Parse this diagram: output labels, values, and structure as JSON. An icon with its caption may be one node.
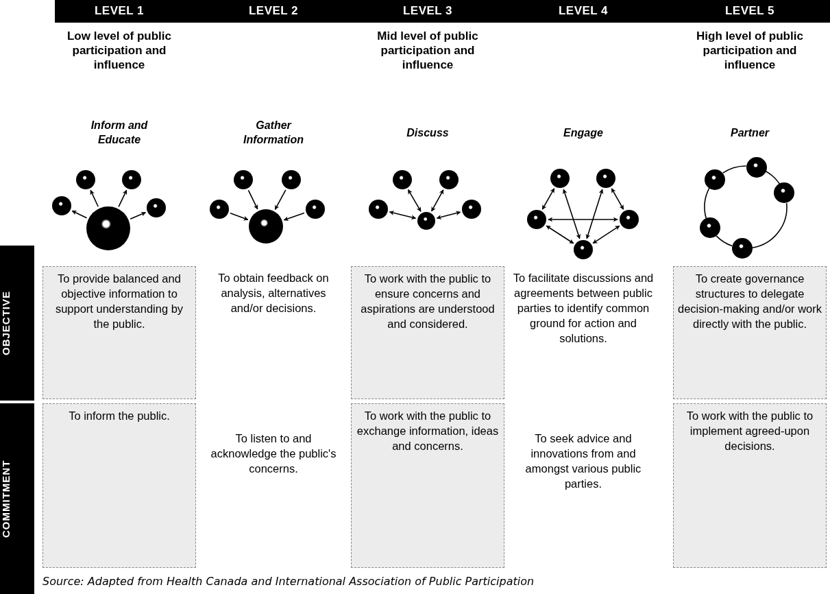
{
  "diagram": {
    "caption": "Source: Adapted from Health Canada and International Association of Public Participation",
    "nodes": [
      {
        "text": [],
        "shape": "circle"
      },
      {
        "text": [],
        "shape": "circle"
      },
      {
        "text": [],
        "shape": "circle"
      },
      {
        "text": [],
        "shape": "circle"
      },
      {
        "text": [],
        "shape": "circle"
      },
      {
        "text": [],
        "shape": "circle"
      },
      {
        "text": [],
        "shape": "circle"
      },
      {
        "text": [],
        "shape": "circle"
      },
      {
        "text": [],
        "shape": "circle"
      },
      {
        "text": [],
        "shape": "circle"
      },
      {
        "text": [],
        "shape": "circle"
      },
      {
        "text": [],
        "shape": "circle"
      },
      {
        "text": [],
        "shape": "circle"
      },
      {
        "text": [],
        "shape": "circle"
      },
      {
        "text": [],
        "shape": "circle"
      },
      {
        "text": [],
        "shape": "circle"
      },
      {
        "text": [],
        "shape": "circle"
      },
      {
        "text": [],
        "shape": "circle"
      },
      {
        "text": [],
        "shape": "circle"
      },
      {
        "text": [],
        "shape": "circle"
      },
      {
        "text": [],
        "shape": "circle"
      },
      {
        "text": [],
        "shape": "circle"
      },
      {
        "text": [],
        "shape": "circle"
      },
      {
        "text": [],
        "shape": "circle"
      },
      {
        "text": [],
        "shape": "circle"
      },
      {
        "text": [
          "To provide balanced and objective information to support understanding by the public."
        ]
      },
      {
        "text": [
          "To obtain feedback on analysis, alternatives and/or decisions."
        ]
      },
      {
        "text": [
          "To work with the public to ensure concerns and aspirations are understood and considered."
        ]
      },
      {
        "text": [
          "To facilitate discussions and agreements between public parties to identify common ground for action and solutions."
        ]
      },
      {
        "text": [
          "To create governance structures to delegate decision-making and/or work directly with the public."
        ]
      },
      {
        "text": [
          "To inform the public."
        ]
      },
      {
        "text": [
          "To listen to and acknowledge the public's concerns."
        ]
      },
      {
        "text": [
          "To work with the public to exchange information, ideas and concerns."
        ]
      },
      {
        "text": [
          "To seek advice and innovations from and amongst various public parties."
        ]
      },
      {
        "text": [
          "To work with the public to implement agreed-upon decisions."
        ]
      }
    ],
    "edges": [
      {
        "from": 2,
        "to": 0,
        "arrow": "to"
      },
      {
        "from": 2,
        "to": 1,
        "arrow": "to"
      },
      {
        "from": 2,
        "to": 3,
        "arrow": "to"
      },
      {
        "from": 2,
        "to": 4,
        "arrow": "to"
      },
      {
        "from": 5,
        "to": 7,
        "arrow": "to"
      },
      {
        "from": 6,
        "to": 7,
        "arrow": "to"
      },
      {
        "from": 8,
        "to": 7,
        "arrow": "to"
      },
      {
        "from": 9,
        "to": 7,
        "arrow": "to"
      },
      {
        "from": 12,
        "to": 10,
        "arrow": "both"
      },
      {
        "from": 12,
        "to": 11,
        "arrow": "both"
      },
      {
        "from": 12,
        "to": 13,
        "arrow": "both"
      },
      {
        "from": 12,
        "to": 14,
        "arrow": "both"
      },
      {
        "from": 15,
        "to": 16,
        "arrow": "both"
      },
      {
        "from": 16,
        "to": 17,
        "arrow": "both"
      },
      {
        "from": 18,
        "to": 17,
        "arrow": "both"
      },
      {
        "from": 18,
        "to": 19,
        "arrow": "both"
      },
      {
        "from": 15,
        "to": 19,
        "arrow": "both"
      },
      {
        "from": 15,
        "to": 17,
        "arrow": "both"
      },
      {
        "from": 19,
        "to": 17,
        "arrow": "both"
      },
      {
        "from": 21,
        "to": 23,
        "arrow": "none"
      },
      {
        "from": 23,
        "to": 24,
        "arrow": "none"
      },
      {
        "from": 24,
        "to": 22,
        "arrow": "none"
      },
      {
        "from": 22,
        "to": 20,
        "arrow": "none"
      },
      {
        "from": 20,
        "to": 21,
        "arrow": "none"
      }
    ],
    "labels": [
      "LEVEL 1",
      "LEVEL 2",
      "LEVEL 3",
      "LEVEL 4",
      "LEVEL 5",
      "Low level of public participation and influence",
      "Mid level of public participation and influence",
      "High level of public participation and influence",
      "Inform and Educate",
      "Gather Information",
      "Discuss",
      "Engage",
      "Partner",
      "OBJECTIVE",
      "COMMITMENT"
    ]
  }
}
